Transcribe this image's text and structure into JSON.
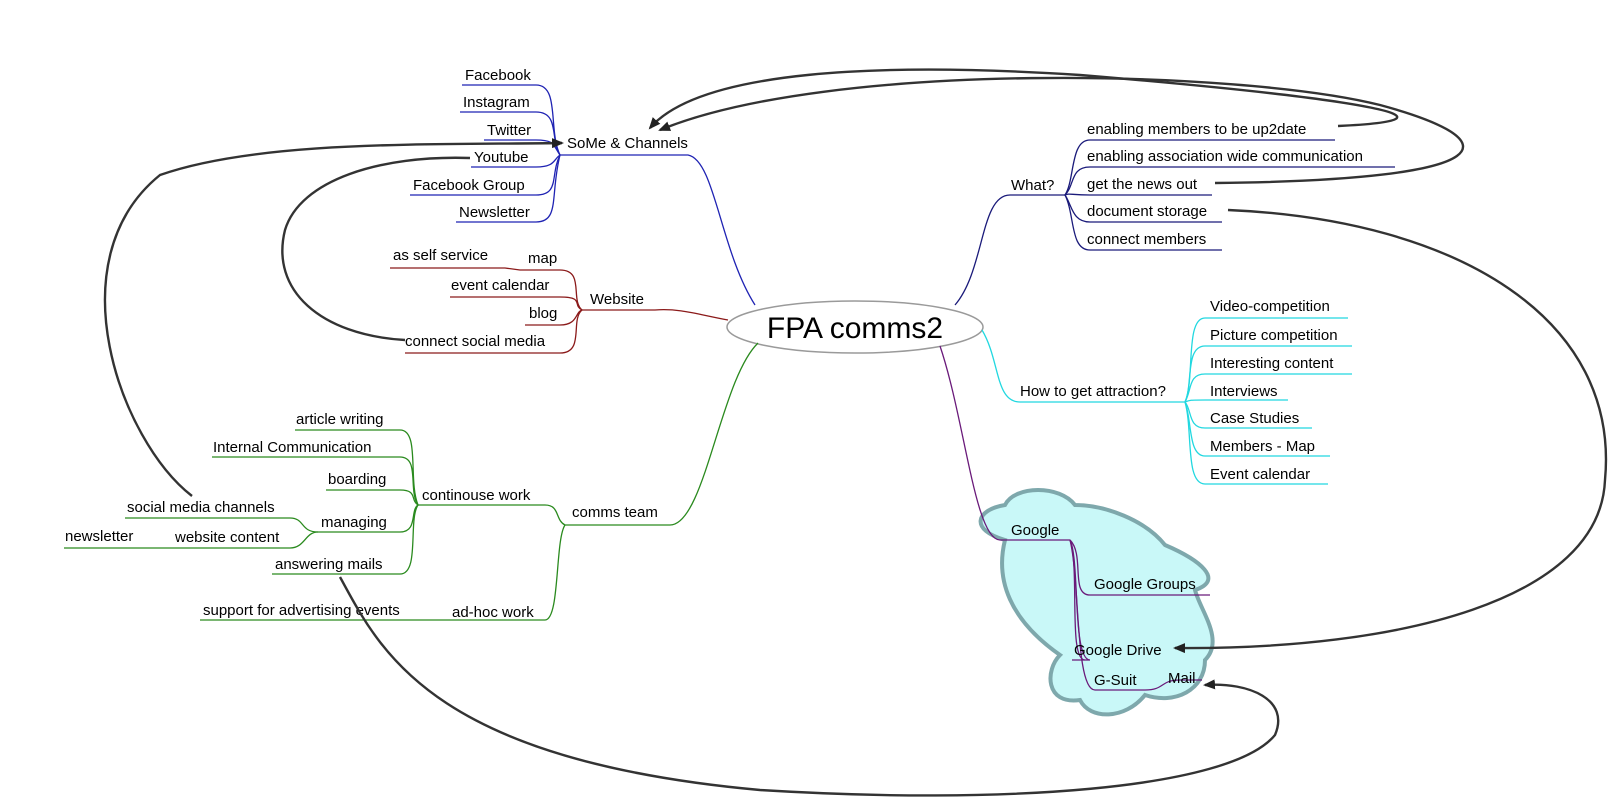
{
  "central": "FPA comms2",
  "branches": {
    "some": {
      "label": "SoMe & Channels",
      "color": "#1f23b3",
      "children": [
        "Facebook",
        "Instagram",
        "Twitter",
        "Youtube",
        "Facebook Group",
        "Newsletter"
      ]
    },
    "website": {
      "label": "Website",
      "color": "#8b1a1a",
      "map": "map",
      "as_self_service": "as self service",
      "children": [
        "event calendar",
        "blog",
        "connect social media"
      ]
    },
    "comms": {
      "label": "comms team",
      "color": "#2a8a1e",
      "continuous": {
        "label": "continouse work",
        "children": [
          "article writing",
          "Internal Communication",
          "boarding",
          "managing",
          "answering mails"
        ],
        "managing_children": [
          "social media channels",
          "website content"
        ],
        "website_content_child": "newsletter"
      },
      "adhoc": {
        "label": "ad-hoc work",
        "children": [
          "support for advertising events"
        ]
      }
    },
    "what": {
      "label": "What?",
      "color": "#1a1a7a",
      "children": [
        "enabling members to be up2date",
        "enabling association wide communication",
        "get the news out",
        "document storage",
        "connect members"
      ]
    },
    "attraction": {
      "label": "How to get attraction?",
      "color": "#22d8e0",
      "children": [
        "Video-competition",
        "Picture competition",
        "Interesting content",
        "Interviews",
        "Case Studies",
        "Members - Map",
        "Event calendar"
      ]
    },
    "google": {
      "label": "Google",
      "color": "#6a1a7a",
      "cloud_fill": "#c9f8f8",
      "cloud_stroke": "#7ea8ac",
      "children": [
        "Google Groups",
        "Google Drive",
        "G-Suit",
        "Mail"
      ]
    }
  },
  "connector_color": "#333333"
}
